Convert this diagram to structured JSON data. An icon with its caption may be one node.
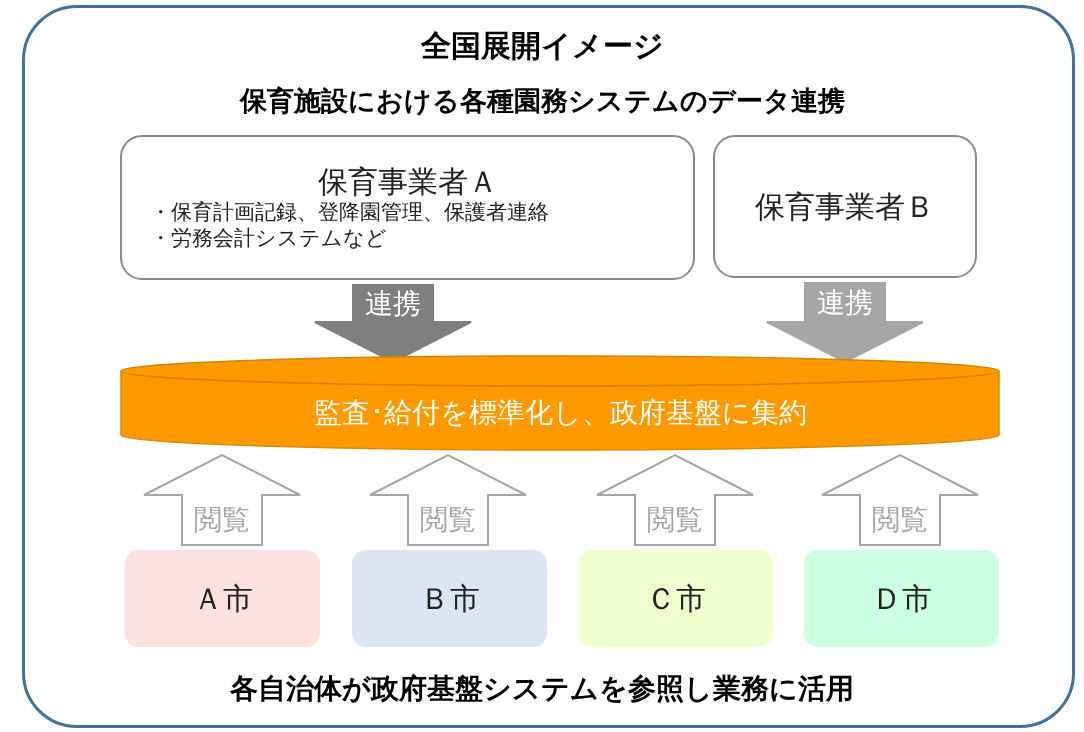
{
  "diagram": {
    "title": "全国展開イメージ",
    "nodes": [
      {
        "text": [
          "保育事業者Ａ",
          "・保育計画記録、登降園管理、保護者連絡",
          "・労務会計システムなど"
        ]
      },
      {
        "text": [
          "保育事業者Ｂ"
        ]
      },
      {
        "text": [
          "監査･給付を標準化し、政府基盤に集約"
        ]
      },
      {
        "text": [
          "Ａ市"
        ]
      },
      {
        "text": [
          "Ｂ市"
        ]
      },
      {
        "text": [
          "Ｃ市"
        ]
      },
      {
        "text": [
          "Ｄ市"
        ]
      }
    ],
    "edges": [
      {
        "from": 0,
        "to": 2,
        "arrow": "to",
        "label": "連携",
        "color": "#7f7f7f"
      },
      {
        "from": 1,
        "to": 2,
        "arrow": "to",
        "label": "連携",
        "color": "#a6a6a6"
      },
      {
        "from": 3,
        "to": 2,
        "arrow": "to",
        "label": "閲覧"
      },
      {
        "from": 4,
        "to": 2,
        "arrow": "to",
        "label": "閲覧"
      },
      {
        "from": 5,
        "to": 2,
        "arrow": "to",
        "label": "閲覧"
      },
      {
        "from": 6,
        "to": 2,
        "arrow": "to",
        "label": "閲覧"
      }
    ],
    "labels": [
      "保育施設における各種園務システムのデータ連携",
      "各自治体が**政府基盤システムを参照**し業務に活用"
    ]
  }
}
